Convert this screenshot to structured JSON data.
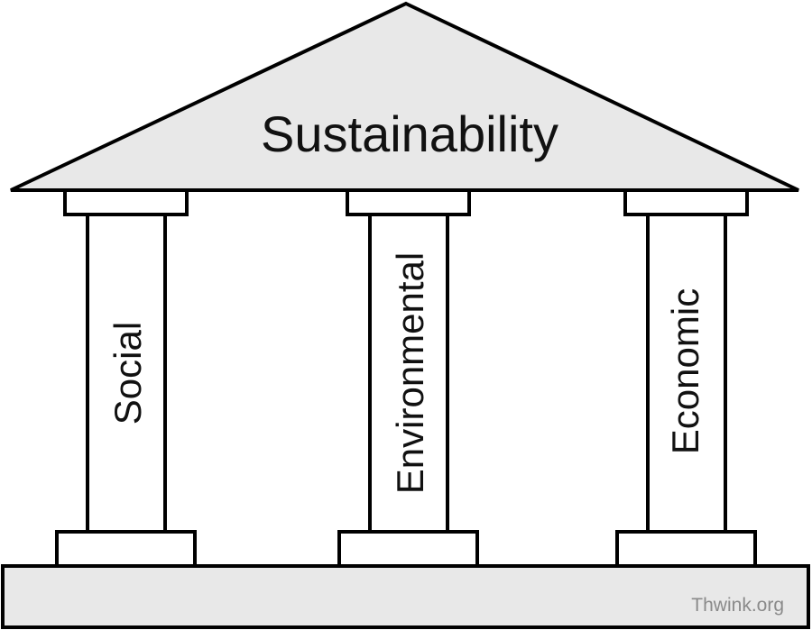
{
  "diagram": {
    "title": "Sustainability",
    "pillars": [
      {
        "label": "Social"
      },
      {
        "label": "Environmental"
      },
      {
        "label": "Economic"
      }
    ],
    "credit": "Thwink.org"
  },
  "colors": {
    "roof_fill": "#e8e8e8",
    "base_fill": "#e8e8e8",
    "outline": "#000000",
    "credit_text": "#8a8a8a"
  }
}
